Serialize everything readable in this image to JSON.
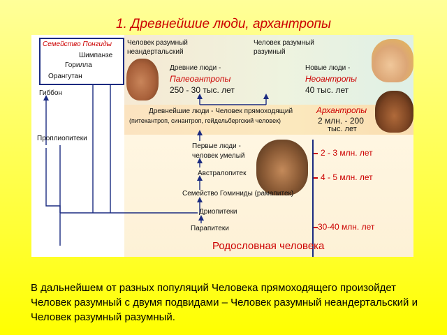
{
  "slide": {
    "title": "1. Древнейшие люди, архантропы",
    "caption": "В дальнейшем от разных популяций Человека прямоходящего произойдет Человек разумный с двумя подвидами – Человек разумный неандертальский и Человек разумный разумный."
  },
  "diagram": {
    "family_ponguids": "Семейство Понгиды",
    "chimpanzee": "Шимпанзе",
    "gorilla": "Горилла",
    "orangutan": "Орангутан",
    "gibbon": "Гиббон",
    "propliopithecus": "Проплиопитеки",
    "neanderthal_line1": "Человек разумный",
    "neanderthal_line2": "неандертальский",
    "sapiens_line1": "Человек разумный",
    "sapiens_line2": "разумный",
    "ancient_people": "Древние люди -",
    "paleoanthropes": "Палеоантропы",
    "paleo_time": "250 - 30 тыс. лет",
    "new_people": "Новые люди -",
    "neoanthropes": "Неоантропы",
    "neo_time": "40 тыс. лет",
    "oldest_people": "Древнейшие люди - Человек прямоходящий",
    "oldest_examples": "(питекантроп, синантроп, гейдельбергский человек)",
    "archanthropes": "Архантропы",
    "arch_time_line1": "2 млн. - 200",
    "arch_time_line2": "тыс. лет",
    "first_people_line1": "Первые люди -",
    "first_people_line2": "человек умелый",
    "first_time": "2 - 3 млн. лет",
    "australopithecus": "Австралопитек",
    "austral_time": "4 - 5 млн. лет",
    "hominid_family": "Семейство Гоминиды (рамапитек)",
    "dryopithecus": "Дриопитеки",
    "parapithecus": "Парапитеки",
    "para_time": "30-40 млн. лет",
    "figure_title": "Родословная человека"
  }
}
